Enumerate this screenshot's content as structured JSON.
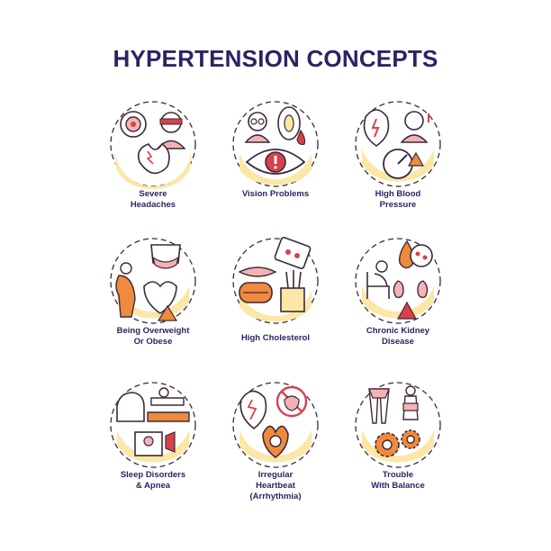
{
  "title": "HYPERTENSION CONCEPTS",
  "colors": {
    "ink": "#2a2464",
    "outline": "#3a2a3a",
    "blob": "#fbe7a6",
    "accent_red": "#d9414a",
    "accent_pink": "#f4b3b3",
    "accent_orange": "#f08a3c"
  },
  "items": [
    {
      "label": "Severe\nHeadaches",
      "icon": "headache-icon"
    },
    {
      "label": "Vision Problems",
      "icon": "vision-icon"
    },
    {
      "label": "High Blood\nPressure",
      "icon": "blood-pressure-icon"
    },
    {
      "label": "Being Overweight\nOr Obese",
      "icon": "overweight-icon"
    },
    {
      "label": "High Cholesterol",
      "icon": "cholesterol-icon"
    },
    {
      "label": "Chronic Kidney\nDisease",
      "icon": "kidney-icon"
    },
    {
      "label": "Sleep Disorders\n& Apnea",
      "icon": "sleep-icon"
    },
    {
      "label": "Irregular\nHeartbeat\n(Arrhythmia)",
      "icon": "heartbeat-icon"
    },
    {
      "label": "Trouble\nWith Balance",
      "icon": "balance-icon"
    }
  ]
}
